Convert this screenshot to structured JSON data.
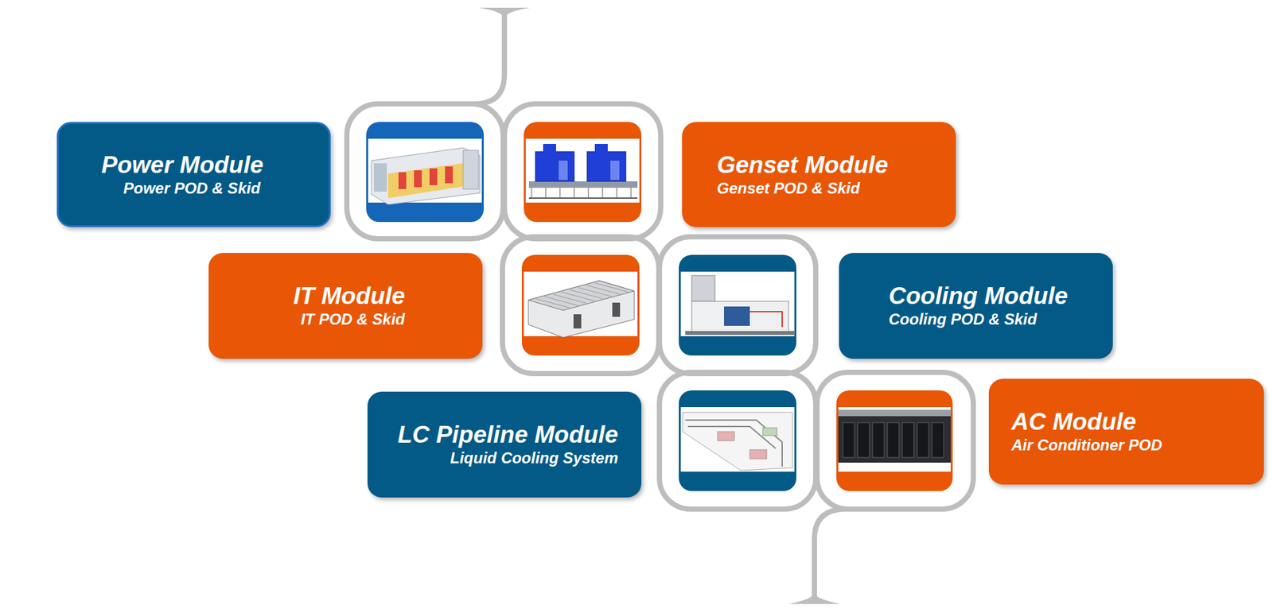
{
  "diagram": {
    "nodes": [
      {
        "text": [
          "Power Module",
          "Power POD & Skid"
        ]
      },
      {
        "text": [
          "Genset Module",
          "Genset POD & Skid"
        ]
      },
      {
        "text": [
          "IT Module",
          "IT POD & Skid"
        ]
      },
      {
        "text": [
          "Cooling Module",
          "Cooling POD & Skid"
        ]
      },
      {
        "text": [
          "LC Pipeline Module",
          "Liquid Cooling System"
        ]
      },
      {
        "text": [
          "AC Module",
          "Air Conditioner POD"
        ]
      }
    ]
  }
}
